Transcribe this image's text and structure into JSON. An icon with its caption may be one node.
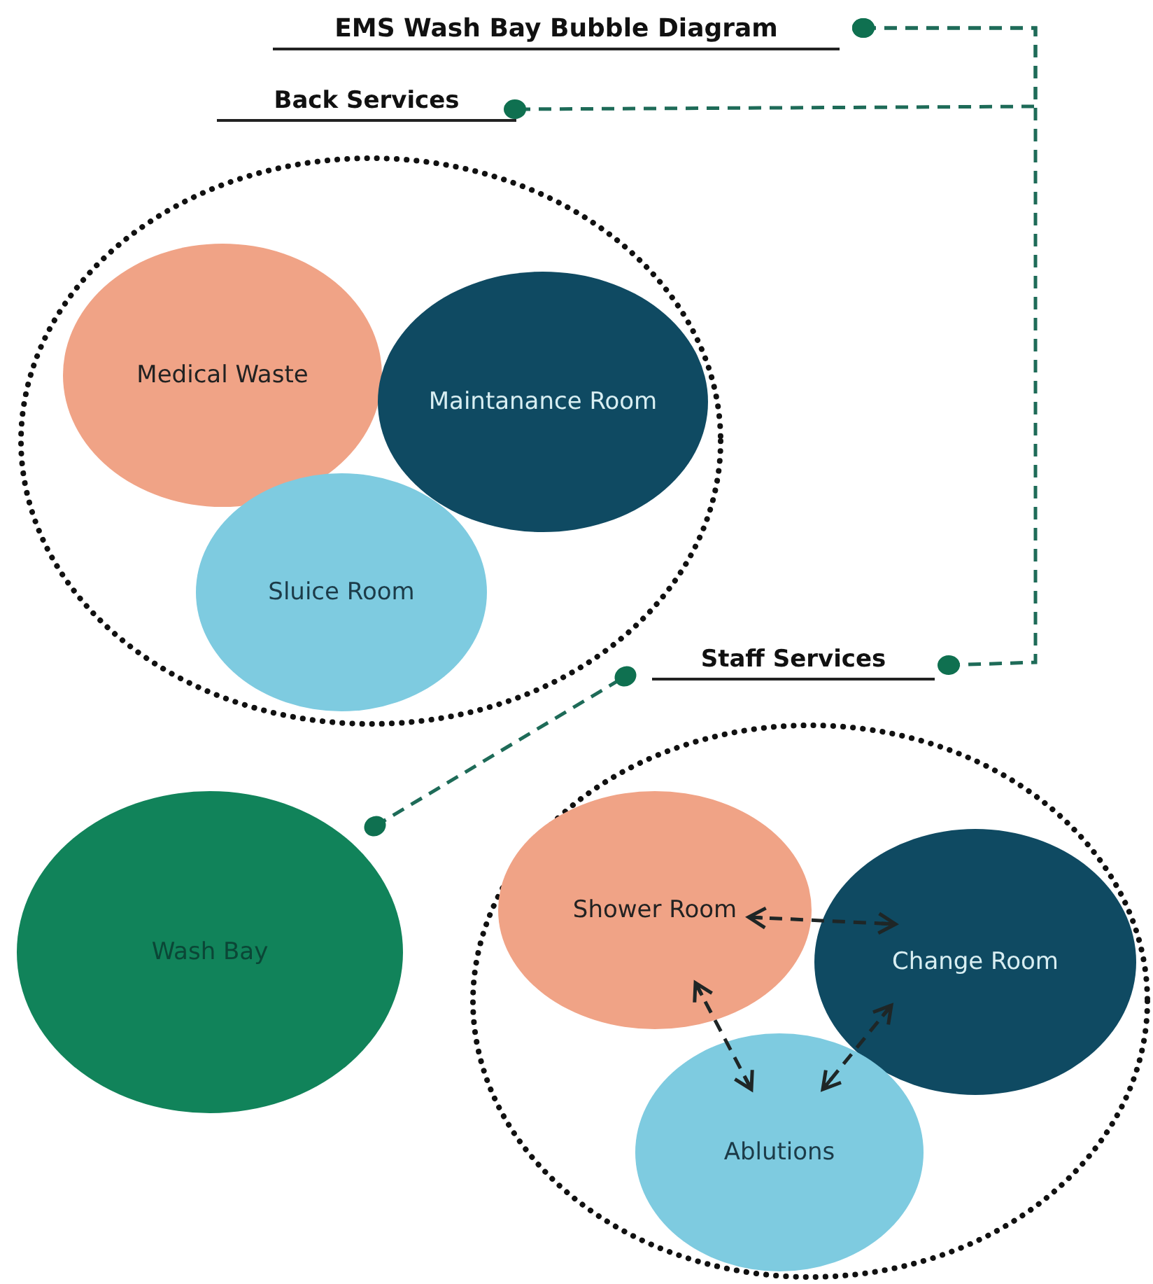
{
  "diagram": {
    "nodes": [
      {
        "text": [
          "EMS Wash Bay Bubble Diagram"
        ]
      },
      {
        "text": [
          "Back Services"
        ]
      },
      {
        "text": [
          "Medical Waste"
        ],
        "in": 1
      },
      {
        "text": [
          "Maintanance Room"
        ],
        "in": 1
      },
      {
        "text": [
          "Sluice Room"
        ],
        "in": 1
      },
      {
        "text": [
          "Wash Bay"
        ]
      },
      {
        "text": [
          "Staff Services"
        ]
      },
      {
        "text": [
          "Shower Room"
        ],
        "in": 6
      },
      {
        "text": [
          "Change Room"
        ],
        "in": 6
      },
      {
        "text": [
          "Ablutions"
        ],
        "in": 6
      }
    ],
    "edges": [
      {
        "from": 0,
        "to": 1,
        "arrow": "other",
        "style": "dashed",
        "color": "#1e6b58"
      },
      {
        "from": 0,
        "to": 6,
        "arrow": "other",
        "style": "dashed",
        "color": "#1e6b58"
      },
      {
        "from": 5,
        "to": 6,
        "arrow": "other",
        "style": "dashed",
        "color": "#1e6b58"
      },
      {
        "from": 7,
        "to": 8,
        "arrow": "both",
        "style": "dashed"
      },
      {
        "from": 7,
        "to": 9,
        "arrow": "both",
        "style": "dashed"
      },
      {
        "from": 8,
        "to": 9,
        "arrow": "both",
        "style": "dashed"
      }
    ]
  }
}
